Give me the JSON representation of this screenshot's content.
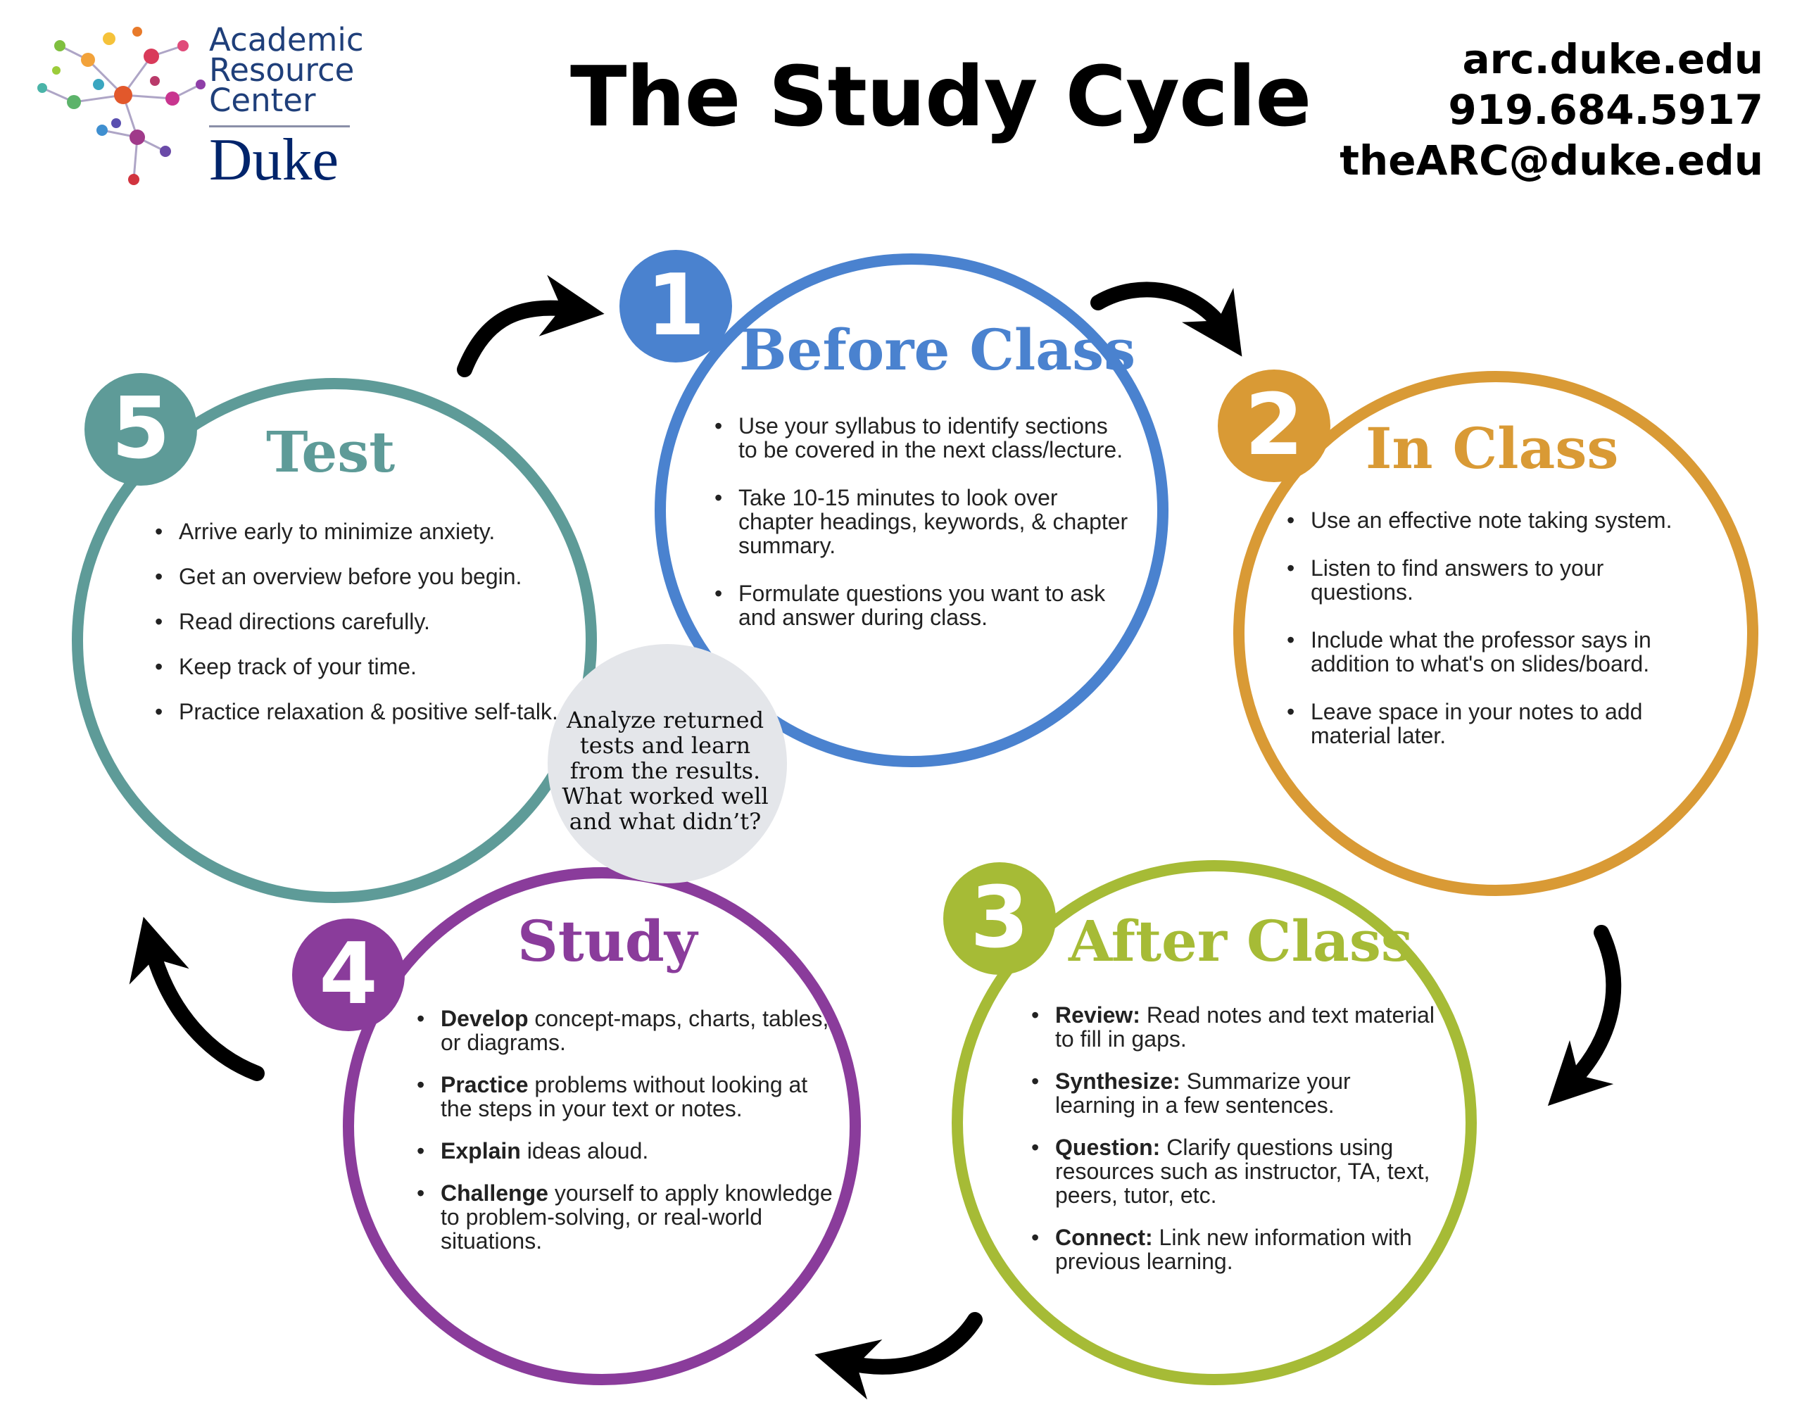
{
  "org": {
    "logo_lines": [
      "Academic",
      "Resource",
      "Center"
    ],
    "logo_wordmark": "Duke",
    "logo_icon": "molecule-network-icon"
  },
  "title": "The Study Cycle",
  "contact": {
    "website": "arc.duke.edu",
    "phone": "919.684.5917",
    "email": "theARC@duke.edu"
  },
  "colors": {
    "before_class": "#4a82cf",
    "in_class": "#d99a35",
    "after_class": "#a6bb36",
    "study": "#8a3c9b",
    "test": "#5e9b98",
    "center_bubble": "#e4e6ea",
    "arrows": "#000000"
  },
  "steps": [
    {
      "number": "1",
      "title": "Before Class",
      "items": [
        "Use your syllabus to identify sections to be covered in the next class/lecture.",
        "Take 10-15 minutes to look over chapter headings, keywords, & chapter summary.",
        "Formulate questions you want to ask and answer during class."
      ]
    },
    {
      "number": "2",
      "title": "In Class",
      "items": [
        "Use an effective note taking system.",
        "Listen to find answers to your questions.",
        "Include what the professor says in addition to what's on slides/board.",
        "Leave space in your notes to add material later."
      ]
    },
    {
      "number": "3",
      "title": "After Class",
      "items": [
        {
          "lead": "Review:",
          "text": " Read notes and text material to fill in gaps."
        },
        {
          "lead": "Synthesize:",
          "text": " Summarize your learning in a few sentences."
        },
        {
          "lead": "Question:",
          "text": " Clarify questions using resources such as instructor, TA, text, peers, tutor, etc."
        },
        {
          "lead": "Connect:",
          "text": " Link new information with previous learning."
        }
      ]
    },
    {
      "number": "4",
      "title": "Study",
      "items": [
        {
          "lead": "Develop",
          "text": " concept-maps, charts, tables, or diagrams."
        },
        {
          "lead": "Practice",
          "text": " problems without looking at the steps in your text or notes."
        },
        {
          "lead": "Explain",
          "text": " ideas aloud."
        },
        {
          "lead": "Challenge",
          "text": " yourself to apply knowledge to problem-solving, or real-world situations."
        }
      ]
    },
    {
      "number": "5",
      "title": "Test",
      "items": [
        "Arrive early to minimize anxiety.",
        "Get an overview before you begin.",
        "Read directions carefully.",
        "Keep track of your time.",
        "Practice relaxation & positive  self-talk."
      ]
    }
  ],
  "center_note": "Analyze returned tests and learn from the results. What worked well and what didn’t?"
}
